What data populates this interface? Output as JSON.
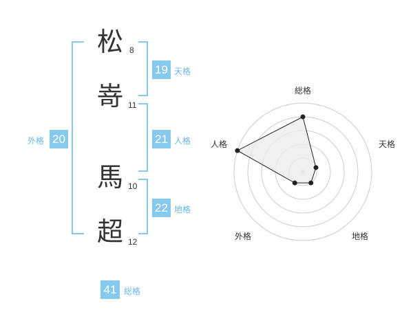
{
  "name": {
    "chars": [
      {
        "char": "松",
        "strokes": "8"
      },
      {
        "char": "嵜",
        "strokes": "11"
      },
      {
        "char": "馬",
        "strokes": "10"
      },
      {
        "char": "超",
        "strokes": "12"
      }
    ]
  },
  "fortune": {
    "tenkaku": {
      "value": "19",
      "label": "天格"
    },
    "jinkaku": {
      "value": "21",
      "label": "人格"
    },
    "chikaku": {
      "value": "22",
      "label": "地格"
    },
    "gaikaku": {
      "value": "20",
      "label": "外格"
    },
    "soukaku": {
      "value": "41",
      "label": "総格"
    }
  },
  "chart_data": {
    "type": "radar",
    "axes": [
      "総格",
      "天格",
      "地格",
      "外格",
      "人格"
    ],
    "values": [
      4,
      1,
      1,
      1,
      5
    ],
    "max": 5,
    "rings": 5,
    "colors": {
      "fill": "#ececec",
      "line": "#222222",
      "grid": "#cccccc"
    }
  }
}
